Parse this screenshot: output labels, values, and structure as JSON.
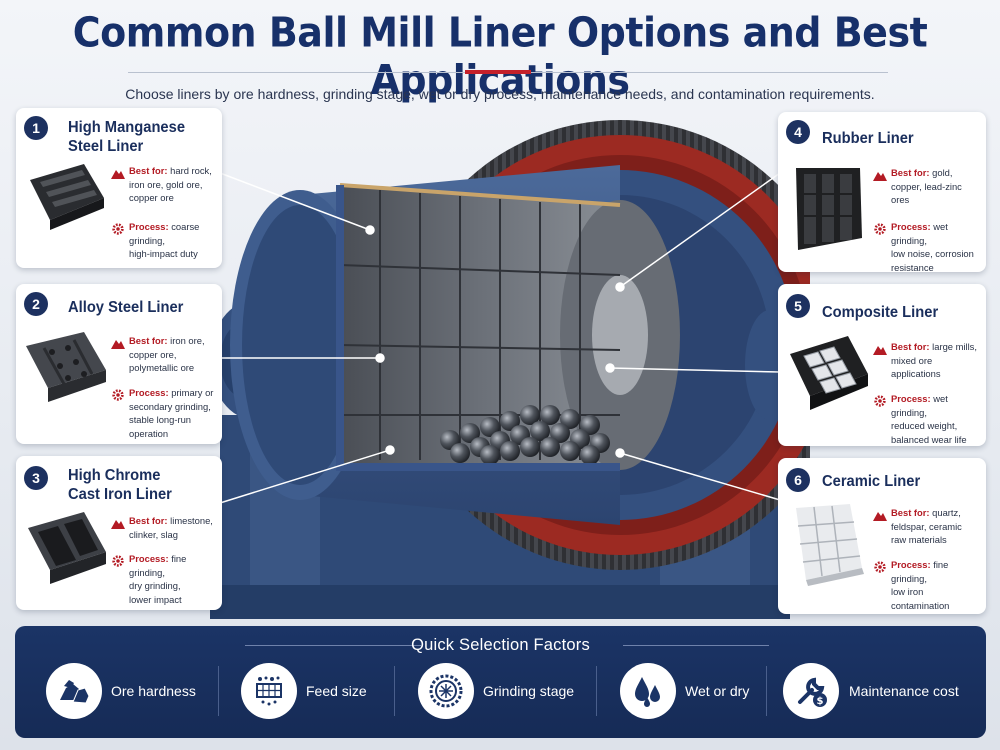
{
  "header": {
    "title": "Common Ball Mill Liner Options and Best Applications",
    "subtitle": "Choose liners by ore hardness, grinding stage, wet or dry process, maintenance needs, and contamination requirements."
  },
  "liners": [
    {
      "number": "1",
      "title_line1": "High Manganese",
      "title_line2": "Steel Liner",
      "best_for_label": "Best for:",
      "best_for_lines": [
        "hard rock,",
        "iron ore, gold ore,",
        "copper ore"
      ],
      "process_label": "Process:",
      "process_lines": [
        "coarse grinding,",
        "high-impact duty"
      ]
    },
    {
      "number": "2",
      "title_line1": "Alloy Steel Liner",
      "title_line2": "",
      "best_for_label": "Best for:",
      "best_for_lines": [
        "iron ore,",
        "copper ore,",
        "polymetallic ore"
      ],
      "process_label": "Process:",
      "process_lines": [
        "primary or",
        "secondary grinding,",
        "stable long-run",
        "operation"
      ]
    },
    {
      "number": "3",
      "title_line1": "High Chrome",
      "title_line2": "Cast Iron Liner",
      "best_for_label": "Best for:",
      "best_for_lines": [
        "limestone,",
        "clinker, slag"
      ],
      "process_label": "Process:",
      "process_lines": [
        "fine grinding,",
        "dry grinding,",
        "lower impact"
      ]
    },
    {
      "number": "4",
      "title_line1": "Rubber Liner",
      "title_line2": "",
      "best_for_label": "Best for:",
      "best_for_lines": [
        "gold,",
        "copper, lead-zinc",
        "ores"
      ],
      "process_label": "Process:",
      "process_lines": [
        "wet grinding,",
        "low noise, corrosion",
        "resistance"
      ]
    },
    {
      "number": "5",
      "title_line1": "Composite Liner",
      "title_line2": "",
      "best_for_label": "Best for:",
      "best_for_lines": [
        "large mills,",
        "mixed ore",
        "applications"
      ],
      "process_label": "Process:",
      "process_lines": [
        "wet grinding,",
        "reduced weight,",
        "balanced wear life"
      ]
    },
    {
      "number": "6",
      "title_line1": "Ceramic Liner",
      "title_line2": "",
      "best_for_label": "Best for:",
      "best_for_lines": [
        "quartz,",
        "feldspar, ceramic",
        "raw materials"
      ],
      "process_label": "Process:",
      "process_lines": [
        "fine grinding,",
        "low iron",
        "contamination"
      ]
    }
  ],
  "factors": {
    "title": "Quick Selection Factors",
    "items": [
      {
        "label": "Ore hardness",
        "icon": "ore-hardness-icon"
      },
      {
        "label": "Feed size",
        "icon": "feed-size-icon"
      },
      {
        "label": "Grinding stage",
        "icon": "grinding-stage-icon"
      },
      {
        "label": "Wet or dry",
        "icon": "wet-or-dry-icon"
      },
      {
        "label": "Maintenance cost",
        "icon": "maintenance-cost-icon"
      }
    ]
  },
  "colors": {
    "navy": "#1b3466",
    "title_blue": "#17306a",
    "accent_red": "#c4202a",
    "mill_blue": "#3a5888",
    "gear_red": "#a32a22"
  }
}
